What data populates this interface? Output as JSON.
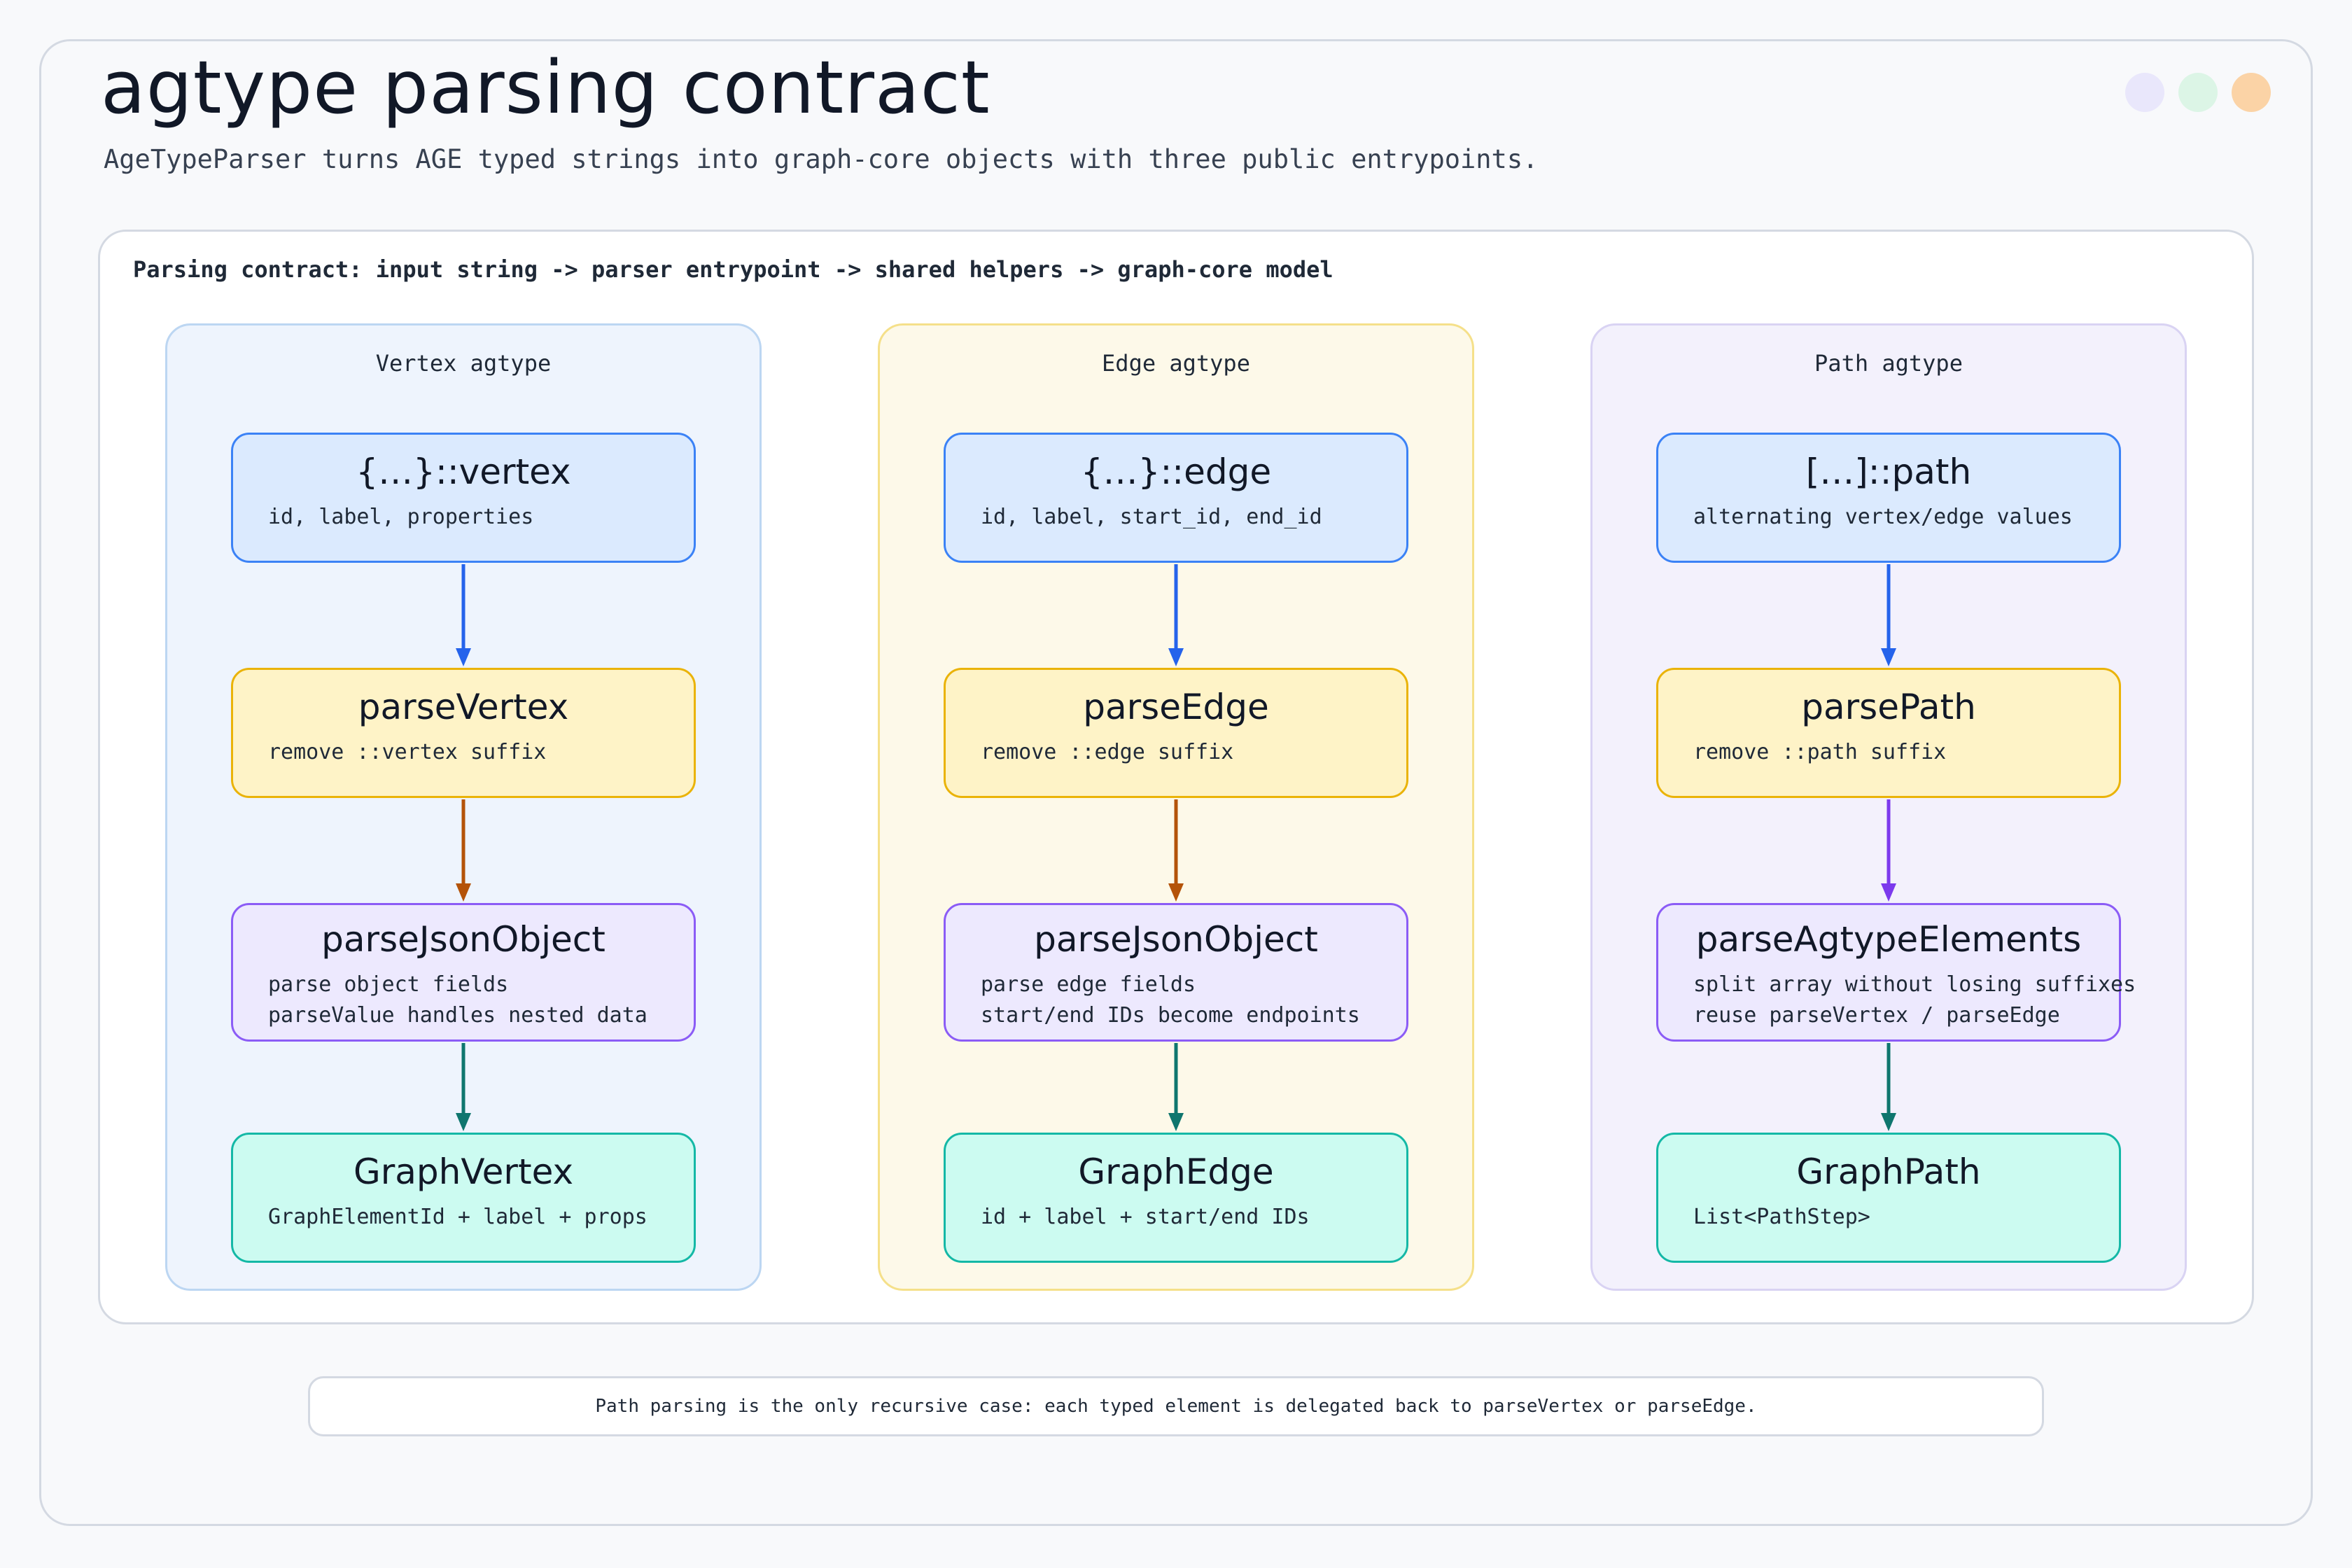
{
  "header": {
    "title": "agtype parsing contract",
    "subtitle": "AgeTypeParser turns AGE typed strings into graph-core objects with three public entrypoints."
  },
  "window_dots": {
    "colors": [
      "#e9e7fb",
      "#dcf5e6",
      "#fbd3a6"
    ]
  },
  "panel": {
    "caption": "Parsing contract: input string -> parser entrypoint -> shared helpers -> graph-core model"
  },
  "columns": [
    {
      "title": "Vertex agtype",
      "background": "#eef4fd",
      "border": "#bcd6f2",
      "nodes": [
        {
          "title": "{…}::vertex",
          "lines": [
            "id, label, properties"
          ],
          "style": "blue"
        },
        {
          "title": "parseVertex",
          "lines": [
            "remove ::vertex suffix"
          ],
          "style": "amber"
        },
        {
          "title": "parseJsonObject",
          "lines": [
            "parse object fields",
            "parseValue handles nested data"
          ],
          "style": "purple"
        },
        {
          "title": "GraphVertex",
          "lines": [
            "GraphElementId + label + props"
          ],
          "style": "teal"
        }
      ],
      "arrow_colors": [
        "#2563eb",
        "#b45309",
        "#0f766e"
      ]
    },
    {
      "title": "Edge agtype",
      "background": "#fdf9e9",
      "border": "#f5e08a",
      "nodes": [
        {
          "title": "{…}::edge",
          "lines": [
            "id, label, start_id, end_id"
          ],
          "style": "blue"
        },
        {
          "title": "parseEdge",
          "lines": [
            "remove ::edge suffix"
          ],
          "style": "amber"
        },
        {
          "title": "parseJsonObject",
          "lines": [
            "parse edge fields",
            "start/end IDs become endpoints"
          ],
          "style": "purple"
        },
        {
          "title": "GraphEdge",
          "lines": [
            "id + label + start/end IDs"
          ],
          "style": "teal"
        }
      ],
      "arrow_colors": [
        "#2563eb",
        "#b45309",
        "#0f766e"
      ]
    },
    {
      "title": "Path agtype",
      "background": "#f3f1fc",
      "border": "#d9d3f3",
      "nodes": [
        {
          "title": "[…]::path",
          "lines": [
            "alternating vertex/edge values"
          ],
          "style": "blue"
        },
        {
          "title": "parsePath",
          "lines": [
            "remove ::path suffix"
          ],
          "style": "amber"
        },
        {
          "title": "parseAgtypeElements",
          "lines": [
            "split array without losing suffixes",
            "reuse parseVertex / parseEdge"
          ],
          "style": "purple"
        },
        {
          "title": "GraphPath",
          "lines": [
            "List<PathStep>"
          ],
          "style": "teal"
        }
      ],
      "arrow_colors": [
        "#2563eb",
        "#7c3aed",
        "#0f766e"
      ]
    }
  ],
  "footer": {
    "note": "Path parsing is the only recursive case: each typed element is delegated back to parseVertex or parseEdge."
  }
}
